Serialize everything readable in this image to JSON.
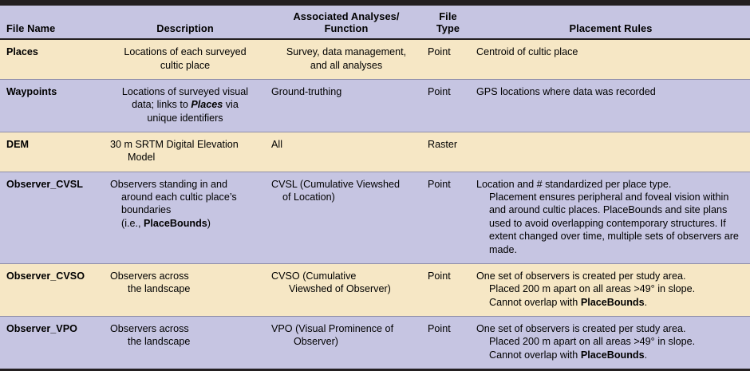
{
  "table": {
    "columns": [
      {
        "key": "file_name",
        "label": "File Name"
      },
      {
        "key": "description",
        "label": "Description"
      },
      {
        "key": "associated",
        "label": "Associated Analyses/\nFunction"
      },
      {
        "key": "file_type",
        "label": "File\nType"
      },
      {
        "key": "placement",
        "label": "Placement Rules"
      }
    ],
    "header": {
      "file_name": "File Name",
      "description": "Description",
      "associated_line1": "Associated Analyses/",
      "associated_line2": "Function",
      "file_type_line1": "File",
      "file_type_line2": "Type",
      "placement": "Placement Rules"
    },
    "colors": {
      "band_cream": "#F6E7C5",
      "band_lavender": "#C6C5E2",
      "rule": "#231F20",
      "hairline": "#8F8EA8",
      "text": "#000000",
      "page": "#FFFFFF"
    },
    "rows": [
      {
        "file_name": "Places",
        "description_line1": "Locations of each surveyed",
        "description_line2": "cultic place",
        "associated_line1": "Survey, data management,",
        "associated_line2": "and all analyses",
        "file_type": "Point",
        "placement_line1": "Centroid of cultic place",
        "band": "cream"
      },
      {
        "file_name": "Waypoints",
        "description_line1": "Locations of surveyed visual",
        "description_line2_a": "data; links to ",
        "description_line2_em": "Places",
        "description_line2_b": " via",
        "description_line3": "unique identifiers",
        "associated_line1": "Ground-truthing",
        "file_type": "Point",
        "placement_line1": "GPS locations where data was recorded",
        "band": "lavender"
      },
      {
        "file_name": "DEM",
        "description_line1": "30 m SRTM Digital Elevation",
        "description_line2": "Model",
        "associated_line1": "All",
        "file_type": "Raster",
        "placement_line1": "",
        "band": "cream"
      },
      {
        "file_name": "Observer_CVSL",
        "description_line1": "Observers standing in and",
        "description_line2": "around each cultic place’s",
        "description_line3": "boundaries",
        "description_line4_a": "(i.e., ",
        "description_line4_em": "PlaceBounds",
        "description_line4_b": ")",
        "associated_line1": "CVSL (Cumulative Viewshed",
        "associated_line2": "of Location)",
        "file_type": "Point",
        "placement_line1": "Location and # standardized per place type.",
        "placement_line2": "Placement ensures peripheral and foveal vision within and around cultic places. PlaceBounds and site plans used to avoid overlapping contemporary structures. If extent changed over time, multiple sets of observers are made.",
        "band": "lavender"
      },
      {
        "file_name": "Observer_CVSO",
        "description_line1": "Observers across",
        "description_line2": "the landscape",
        "associated_line1": "CVSO (Cumulative",
        "associated_line2": "Viewshed of Observer)",
        "file_type": "Point",
        "placement_line1": "One set of observers is created per study area.",
        "placement_line2": "Placed 200 m apart on all areas >49° in slope.",
        "placement_line3_a": "Cannot overlap with ",
        "placement_line3_em": "PlaceBounds",
        "placement_line3_b": ".",
        "band": "cream"
      },
      {
        "file_name": "Observer_VPO",
        "description_line1": "Observers across",
        "description_line2": "the landscape",
        "associated_line1": "VPO (Visual Prominence of",
        "associated_line2": "Observer)",
        "file_type": "Point",
        "placement_line1": "One set of observers is created per study area.",
        "placement_line2": "Placed 200 m apart on all areas >49° in slope.",
        "placement_line3_a": "Cannot overlap with ",
        "placement_line3_em": "PlaceBounds",
        "placement_line3_b": ".",
        "band": "lavender"
      }
    ]
  }
}
